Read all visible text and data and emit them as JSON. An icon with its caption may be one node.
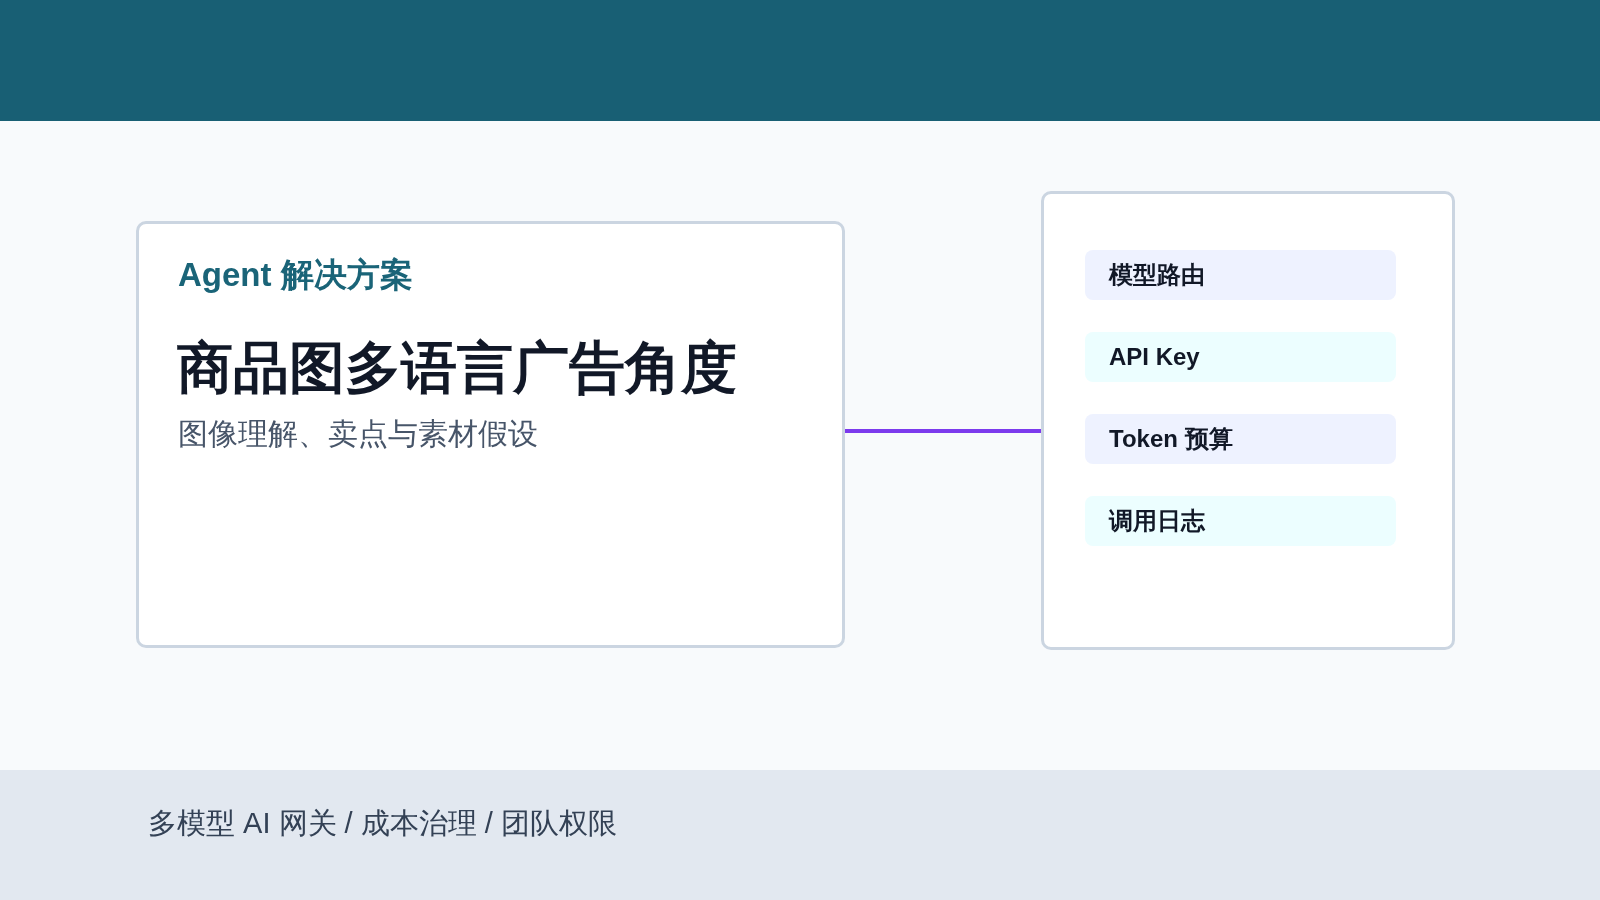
{
  "diagram": {
    "nodes": [
      {
        "text": [
          "Agent 解决方案",
          "商品图多语言广告角度",
          "图像理解、卖点与素材假设"
        ]
      },
      {
        "text": [],
        "shape": "box"
      },
      {
        "text": [
          "模型路由"
        ],
        "in": 1
      },
      {
        "text": [
          "API Key"
        ],
        "in": 1
      },
      {
        "text": [
          "Token 预算"
        ],
        "in": 1
      },
      {
        "text": [
          "调用日志"
        ],
        "in": 1
      }
    ],
    "edges": [
      {
        "from": 0,
        "to": 1,
        "arrow": "none",
        "color": "#7c3aed"
      }
    ],
    "labels": [
      "多模型 AI 网关 / 成本治理 / 团队权限"
    ]
  }
}
